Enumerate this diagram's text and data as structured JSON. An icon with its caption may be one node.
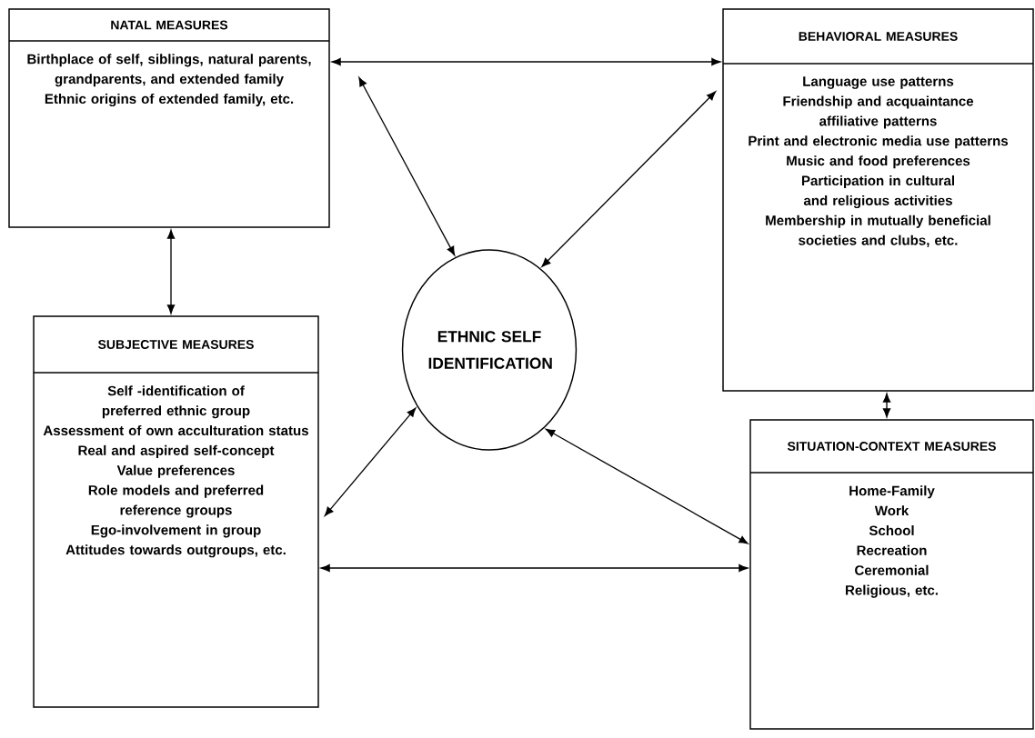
{
  "diagram": {
    "nodes": [
      {
        "text": [
          "NATAL MEASURES",
          "Birthplace of self, siblings, natural parents, grandparents, and extended family",
          "Ethnic origins of extended family, etc."
        ]
      },
      {
        "text": [
          "BEHAVIORAL MEASURES",
          "Language use patterns",
          "Friendship and acquaintance affiliative patterns",
          "Print and electronic media use patterns",
          "Music and food preferences",
          "Participation in cultural and religious activities",
          "Membership in mutually beneficial societies and clubs, etc."
        ]
      },
      {
        "text": [
          "ETHNIC SELF IDENTIFICATION"
        ]
      },
      {
        "text": [
          "SUBJECTIVE MEASURES",
          "Self -identification of preferred ethnic group",
          "Assessment of own acculturation status",
          "Real and aspired self-concept",
          "Value preferences",
          "Role models and preferred reference groups",
          "Ego-involvement in group",
          "Attitudes towards outgroups, etc."
        ]
      },
      {
        "text": [
          "SITUATION-CONTEXT MEASURES",
          "Home-Family",
          "Work",
          "School",
          "Recreation",
          "Ceremonial",
          "Religious, etc."
        ]
      }
    ],
    "edges": [
      {
        "from": 0,
        "to": 1,
        "arrow": "both"
      },
      {
        "from": 0,
        "to": 2,
        "arrow": "both"
      },
      {
        "from": 1,
        "to": 2,
        "arrow": "both"
      },
      {
        "from": 0,
        "to": 3,
        "arrow": "both"
      },
      {
        "from": 3,
        "to": 2,
        "arrow": "both"
      },
      {
        "from": 2,
        "to": 4,
        "arrow": "both"
      },
      {
        "from": 3,
        "to": 4,
        "arrow": "both"
      },
      {
        "from": 1,
        "to": 4,
        "arrow": "both"
      }
    ]
  }
}
